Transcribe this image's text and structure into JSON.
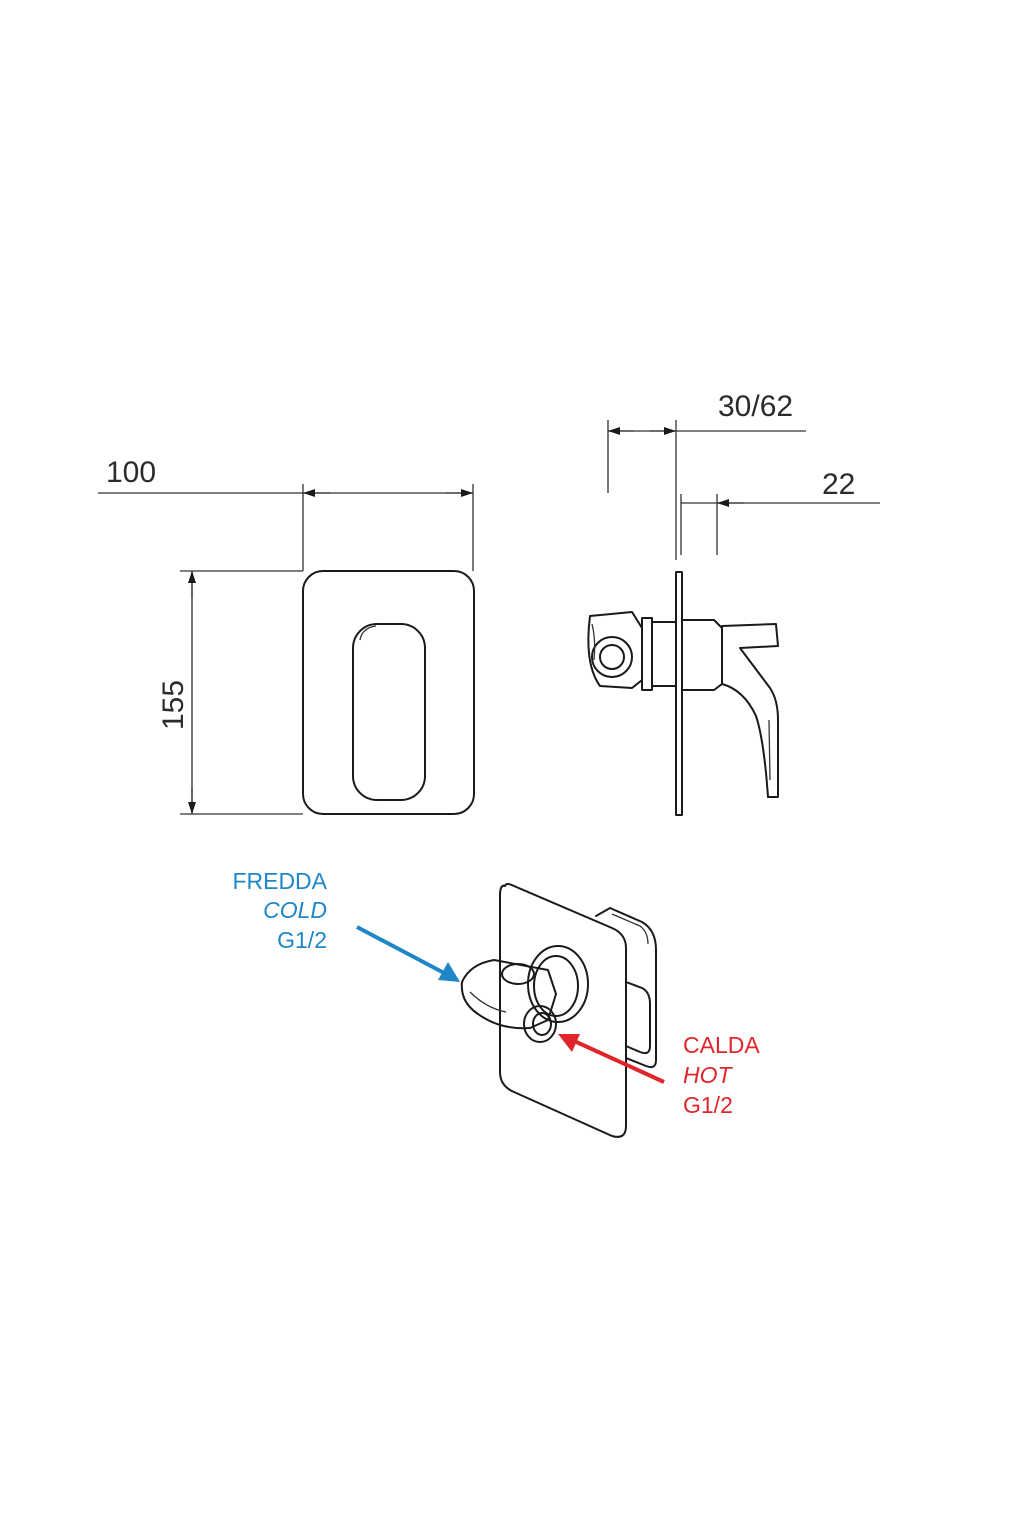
{
  "dimensions": {
    "width": "100",
    "height": "155",
    "depth_range": "30/62",
    "lever_offset": "22"
  },
  "inlets": {
    "cold": {
      "label_it": "FREDDA",
      "label_en": "COLD",
      "thread": "G1/2"
    },
    "hot": {
      "label_it": "CALDA",
      "label_en": "HOT",
      "thread": "G1/2"
    }
  },
  "colors": {
    "line": "#1a1a1a",
    "cold": "#1f87c8",
    "hot": "#e0262b"
  }
}
